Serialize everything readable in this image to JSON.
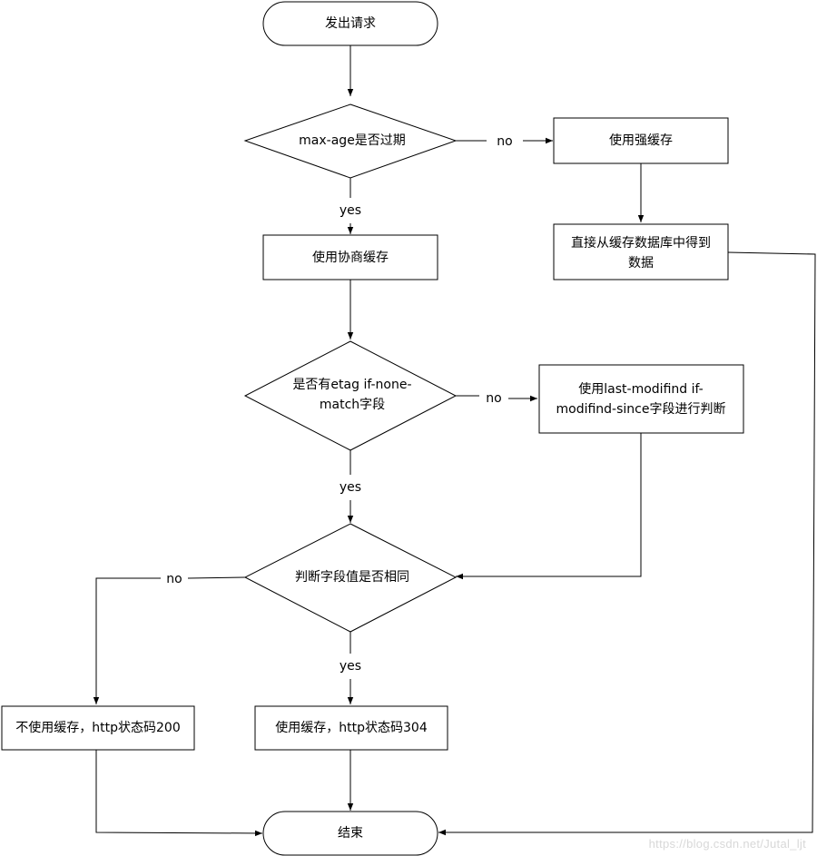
{
  "nodes": {
    "start": "发出请求",
    "maxage": "max-age是否过期",
    "strong": "使用强缓存",
    "direct": [
      "直接从缓存数据库中得到",
      "数据"
    ],
    "nego": "使用协商缓存",
    "etag": [
      "是否有etag if-none-",
      "match字段"
    ],
    "lastmod": [
      "使用last-modifind if-",
      "modifind-since字段进行判断"
    ],
    "compare": "判断字段值是否相同",
    "no_cache": "不使用缓存，http状态码200",
    "use_cache": "使用缓存，http状态码304",
    "end": "结束"
  },
  "edges": {
    "maxage_no": "no",
    "maxage_yes": "yes",
    "etag_no": "no",
    "etag_yes": "yes",
    "compare_no": "no",
    "compare_yes": "yes"
  },
  "watermark": "https://blog.csdn.net/Jutal_ljt"
}
